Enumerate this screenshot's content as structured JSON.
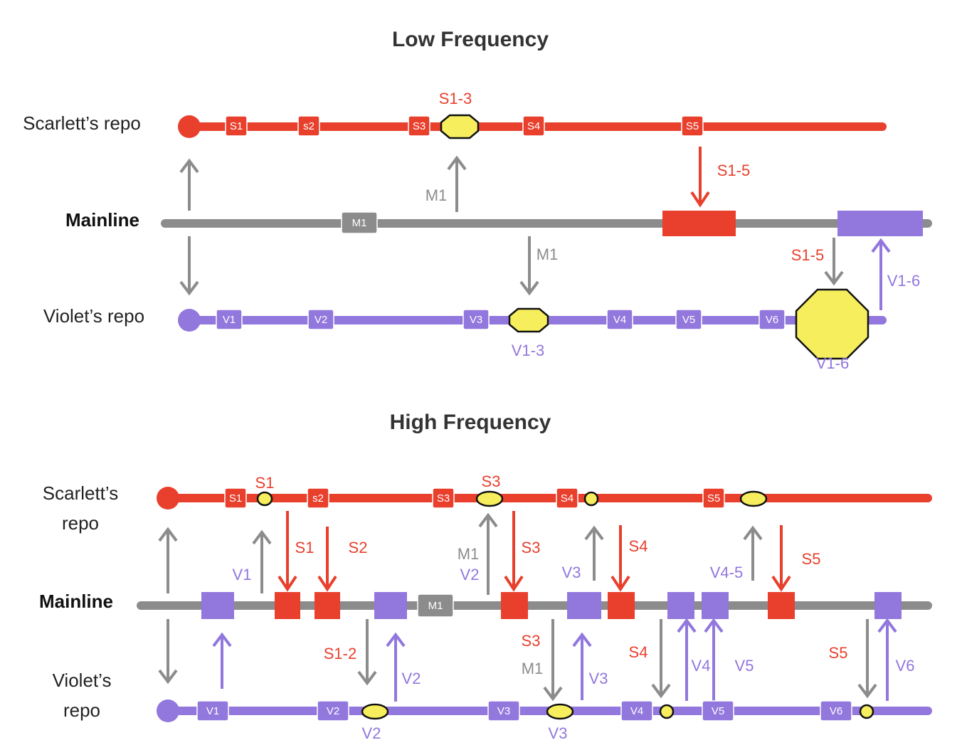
{
  "colors": {
    "scarlett": "#e8402d",
    "mainline": "#8c8c8c",
    "violet": "#9277dd",
    "merge": "#f6ee5c",
    "merge_outline": "#111111",
    "text": "#333333"
  },
  "low": {
    "title": "Low Frequency",
    "lanes": {
      "scarlett": "Scarlett’s repo",
      "mainline": "Mainline",
      "violet": "Violet’s repo"
    },
    "commits": {
      "s1": "S1",
      "s2": "s2",
      "s3": "S3",
      "s4": "S4",
      "s5": "S5",
      "m1": "M1",
      "v1": "V1",
      "v2": "V2",
      "v3": "V3",
      "v4": "V4",
      "v5": "V5",
      "v6": "V6"
    },
    "labels": {
      "s1_3": "S1-3",
      "m1_up": "M1",
      "s1_5_down": "S1-5",
      "m1_down": "M1",
      "s1_5_violet": "S1-5",
      "v1_6_up": "V1-6",
      "v1_3": "V1-3",
      "v1_6": "V1-6"
    }
  },
  "high": {
    "title": "High Frequency",
    "lanes": {
      "scarlett_1": "Scarlett’s",
      "scarlett_2": "repo",
      "mainline": "Mainline",
      "violet_1": "Violet’s",
      "violet_2": "repo"
    },
    "commits": {
      "s1": "S1",
      "s2": "s2",
      "s3": "S3",
      "s4": "S4",
      "s5": "S5",
      "m1": "M1",
      "v1": "V1",
      "v2": "V2",
      "v3": "V3",
      "v4": "V4",
      "v5": "V5",
      "v6": "V6"
    },
    "labels": {
      "s1_top": "S1",
      "s3_top": "S3",
      "v1_up": "V1",
      "s1_down": "S1",
      "s2_down": "S2",
      "m1_up": "M1",
      "v2_up": "V2",
      "s3_down": "S3",
      "v3_up": "V3",
      "s4_down": "S4",
      "v4_5_up": "V4-5",
      "s5_down": "S5",
      "s1_2_violet": "S1-2",
      "v2_violet_up": "V2",
      "s3_violet": "S3",
      "m1_violet": "M1",
      "v3_violet_up": "V3",
      "s4_violet": "S4",
      "v4_violet_up": "V4",
      "v5_violet_up": "V5",
      "s5_violet": "S5",
      "v6_violet_up": "V6",
      "v2_bottom": "V2",
      "v3_bottom": "V3"
    }
  }
}
